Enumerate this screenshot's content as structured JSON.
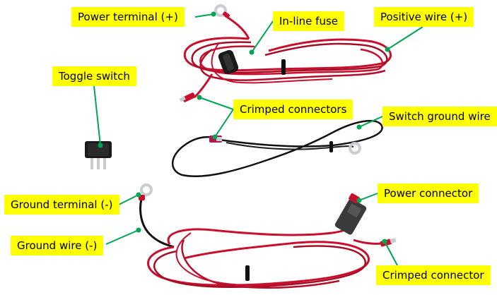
{
  "callouts": {
    "power_terminal": "Power terminal (+)",
    "inline_fuse": "In-line fuse",
    "positive_wire": "Positive wire (+)",
    "toggle_switch": "Toggle switch",
    "crimped_connectors": "Crimped connectors",
    "switch_ground_wire": "Switch ground wire",
    "ground_terminal": "Ground terminal (-)",
    "power_connector": "Power connector",
    "ground_wire": "Ground wire (-)",
    "crimped_connector": "Crimped connector"
  },
  "colors": {
    "callout_fill": "#ffff00",
    "leader_line": "#00a651",
    "red_wire": "#c8102e",
    "red_wire_dark": "#8b0a1a",
    "black_wire": "#111111",
    "ring_terminal": "#c9ccd0"
  },
  "icons": [
    "toggle-switch-icon",
    "ring-terminal-icon",
    "fuse-holder-icon",
    "power-connector-icon",
    "crimp-connector-icon"
  ]
}
